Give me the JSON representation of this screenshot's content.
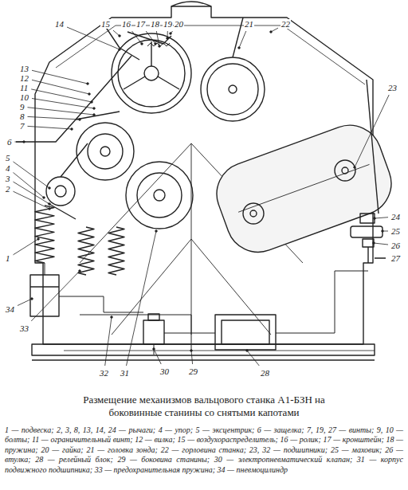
{
  "diagram": {
    "title": "Размещение механизмов вальцового станка А1-БЗН на боковинные станины со снятыми капотами",
    "caption": "1 — подвеска; 2, 3, 8, 13, 14, 24 — рычаги; 4 — упор; 5 — эксцентрик; 6 — защелка; 7, 19, 27 — винты; 9, 10 — болты; 11 — ограничительный винт; 12 — вилка; 15 — воздухораспределитель; 16 — ролик; 17 — кронштейн; 18 — пружина; 20 — гайка; 21 — головка зонда; 22 — горловина станка; 23, 32 — подшипники; 25 — маховик; 26 — втулка; 28 — релейный блок; 29 — боковина станины; 30 — электропневматический клапан; 31 — корпус подвижного подшипника; 33 — предохранительная пружина; 34 — пневмоцилиндр",
    "labels": [
      "14",
      "15",
      "16",
      "17",
      "18",
      "19",
      "20",
      "21",
      "22",
      "13",
      "12",
      "11",
      "10",
      "9",
      "8",
      "7",
      "6",
      "5",
      "4",
      "3",
      "2",
      "1",
      "34",
      "33",
      "32",
      "31",
      "30",
      "29",
      "28",
      "23",
      "24",
      "25",
      "26",
      "27"
    ]
  }
}
